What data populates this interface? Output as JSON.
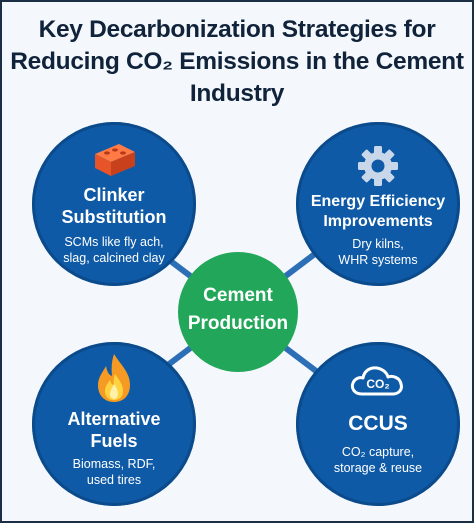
{
  "title": {
    "line1": "Key Decarbonization Strategies for",
    "line2": "Reducing CO₂ Emissions in the Cement",
    "line3": "Industry"
  },
  "center": {
    "line1": "Cement",
    "line2": "Production"
  },
  "nodes": {
    "clinker": {
      "title_line1": "Clinker",
      "title_line2": "Substitution",
      "desc_line1": "SCMs like fly ach,",
      "desc_line2": "slag, calcined clay",
      "icon": "brick-icon"
    },
    "energy": {
      "title_line1": "Energy Efficiency",
      "title_line2": "Improvements",
      "desc_line1": "Dry kilns,",
      "desc_line2": "WHR systems",
      "icon": "gear-icon"
    },
    "fuels": {
      "title_line1": "Alternative",
      "title_line2": "Fuels",
      "desc_line1": "Biomass, RDF,",
      "desc_line2": "used tires",
      "icon": "flame-icon"
    },
    "ccus": {
      "title_line1": "CCUS",
      "desc_line1": "CO₂ capture,",
      "desc_line2": "storage & reuse",
      "icon": "co2-cloud-icon",
      "icon_label": "CO₂"
    }
  },
  "colors": {
    "outer_circle": "#0f5aa6",
    "center_circle": "#22a75a",
    "connector": "#2d6fb6",
    "title_text": "#11233b"
  }
}
